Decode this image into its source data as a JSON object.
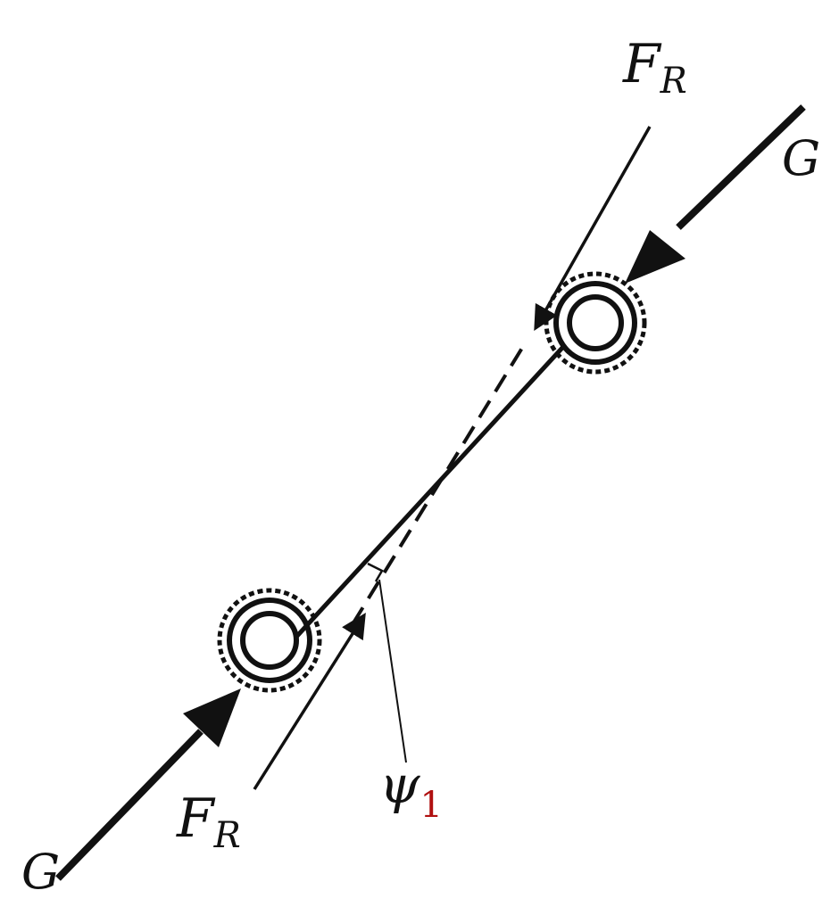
{
  "labels": {
    "fr_top_main": "F",
    "fr_top_sub": "R",
    "g_top": "G",
    "fr_bottom_main": "F",
    "fr_bottom_sub": "R",
    "g_bottom": "G",
    "psi_main": "ψ",
    "psi_sub": "1"
  },
  "colors": {
    "ink": "#111111",
    "psi_sub": "#b01010"
  }
}
